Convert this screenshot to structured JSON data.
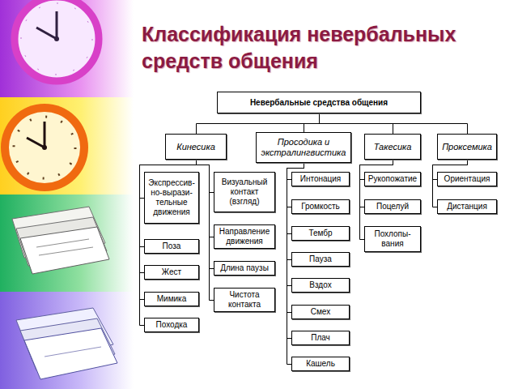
{
  "diagram": {
    "title": "Классификация невербальных средств общения",
    "nodes": [
      {
        "text": [
          "Невербальные средства общения"
        ]
      },
      {
        "text": [
          "Кинесика"
        ]
      },
      {
        "text": [
          "Просодика и экстралингвистика"
        ]
      },
      {
        "text": [
          "Такесика"
        ]
      },
      {
        "text": [
          "Проксемика"
        ]
      },
      {
        "text": [
          "Экспрессив- но-вырази- тельные движения"
        ]
      },
      {
        "text": [
          "Поза"
        ]
      },
      {
        "text": [
          "Жест"
        ]
      },
      {
        "text": [
          "Мимика"
        ]
      },
      {
        "text": [
          "Походка"
        ]
      },
      {
        "text": [
          "Визуальный контакт (взгляд)"
        ]
      },
      {
        "text": [
          "Направление движения"
        ]
      },
      {
        "text": [
          "Длина паузы"
        ]
      },
      {
        "text": [
          "Чистота контакта"
        ]
      },
      {
        "text": [
          "Интонация"
        ]
      },
      {
        "text": [
          "Громкость"
        ]
      },
      {
        "text": [
          "Тембр"
        ]
      },
      {
        "text": [
          "Пауза"
        ]
      },
      {
        "text": [
          "Вздох"
        ]
      },
      {
        "text": [
          "Смех"
        ]
      },
      {
        "text": [
          "Плач"
        ]
      },
      {
        "text": [
          "Кашель"
        ]
      },
      {
        "text": [
          "Рукопожатие"
        ]
      },
      {
        "text": [
          "Поцелуй"
        ]
      },
      {
        "text": [
          "Похлопы- вания"
        ]
      },
      {
        "text": [
          "Ориентация"
        ]
      },
      {
        "text": [
          "Дистанция"
        ]
      }
    ],
    "edges": [
      {
        "from": 0,
        "to": 1,
        "arrow": "none"
      },
      {
        "from": 0,
        "to": 2,
        "arrow": "none"
      },
      {
        "from": 0,
        "to": 3,
        "arrow": "none"
      },
      {
        "from": 0,
        "to": 4,
        "arrow": "none"
      },
      {
        "from": 1,
        "to": 5,
        "arrow": "none"
      },
      {
        "from": 1,
        "to": 6,
        "arrow": "none"
      },
      {
        "from": 1,
        "to": 7,
        "arrow": "none"
      },
      {
        "from": 1,
        "to": 8,
        "arrow": "none"
      },
      {
        "from": 1,
        "to": 9,
        "arrow": "none"
      },
      {
        "from": 1,
        "to": 10,
        "arrow": "none"
      },
      {
        "from": 1,
        "to": 11,
        "arrow": "none"
      },
      {
        "from": 1,
        "to": 12,
        "arrow": "none"
      },
      {
        "from": 1,
        "to": 13,
        "arrow": "none"
      },
      {
        "from": 2,
        "to": 14,
        "arrow": "none"
      },
      {
        "from": 2,
        "to": 15,
        "arrow": "none"
      },
      {
        "from": 2,
        "to": 16,
        "arrow": "none"
      },
      {
        "from": 2,
        "to": 17,
        "arrow": "none"
      },
      {
        "from": 2,
        "to": 18,
        "arrow": "none"
      },
      {
        "from": 2,
        "to": 19,
        "arrow": "none"
      },
      {
        "from": 2,
        "to": 20,
        "arrow": "none"
      },
      {
        "from": 2,
        "to": 21,
        "arrow": "none"
      },
      {
        "from": 3,
        "to": 22,
        "arrow": "none"
      },
      {
        "from": 3,
        "to": 23,
        "arrow": "none"
      },
      {
        "from": 3,
        "to": 24,
        "arrow": "none"
      },
      {
        "from": 4,
        "to": 25,
        "arrow": "none"
      },
      {
        "from": 4,
        "to": 26,
        "arrow": "none"
      }
    ]
  }
}
